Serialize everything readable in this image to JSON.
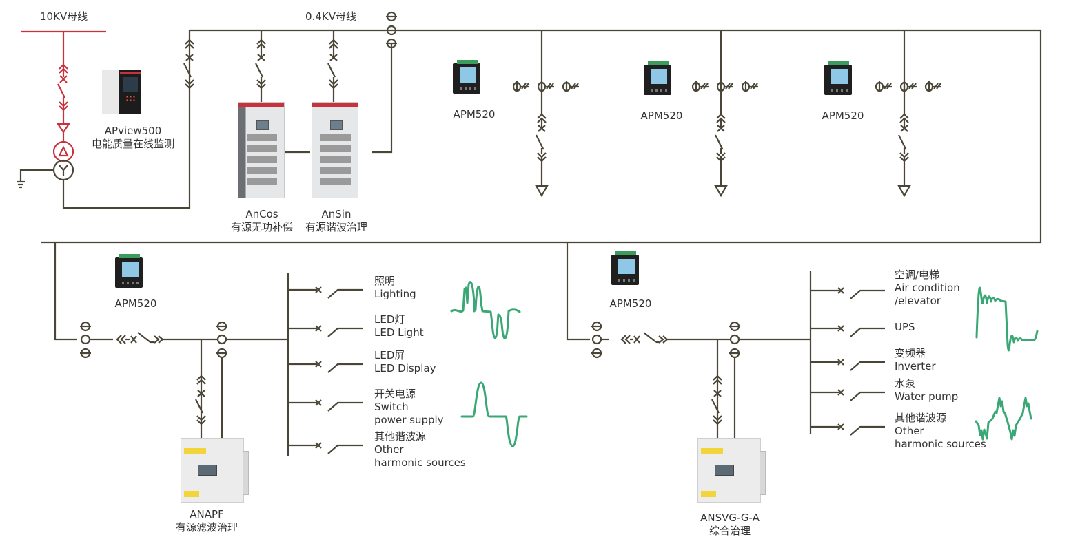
{
  "colors": {
    "wire": "#4a4637",
    "hv_wire": "#c8323c",
    "waveform": "#3aa874"
  },
  "buses": {
    "hv": "10KV母线",
    "lv": "0.4KV母线"
  },
  "devices": {
    "apview": {
      "model": "APview500",
      "desc": "电能质量在线监测"
    },
    "ancos": {
      "model": "AnCos",
      "desc": "有源无功补偿"
    },
    "ansin": {
      "model": "AnSin",
      "desc": "有源谐波治理"
    },
    "apm_feeders": [
      "APM520",
      "APM520",
      "APM520"
    ],
    "apm_left": "APM520",
    "apm_right": "APM520",
    "anapf": {
      "model": "ANAPF",
      "desc": "有源滤波治理"
    },
    "ansvg": {
      "model": "ANSVG-G-A",
      "desc": "综合治理"
    }
  },
  "left_loads": [
    {
      "cn": "照明",
      "en": [
        "Lighting"
      ]
    },
    {
      "cn": "LED灯",
      "en": [
        "LED Light"
      ]
    },
    {
      "cn": "LED屏",
      "en": [
        "LED Display"
      ]
    },
    {
      "cn": "开关电源",
      "en": [
        "Switch",
        "power supply"
      ]
    },
    {
      "cn": "其他谐波源",
      "en": [
        "Other",
        "harmonic sources"
      ]
    }
  ],
  "right_loads": [
    {
      "cn": "空调/电梯",
      "en": [
        "Air condition",
        "/elevator"
      ]
    },
    {
      "cn": "",
      "en": [
        "UPS"
      ]
    },
    {
      "cn": "变频器",
      "en": [
        "Inverter"
      ]
    },
    {
      "cn": "水泵",
      "en": [
        "Water pump"
      ]
    },
    {
      "cn": "其他谐波源",
      "en": [
        "Other",
        "harmonic sources"
      ]
    }
  ],
  "waveforms": [
    "lighting-current-waveform",
    "switch-power-supply-waveform",
    "air-condition-waveform",
    "other-harmonic-waveform"
  ]
}
